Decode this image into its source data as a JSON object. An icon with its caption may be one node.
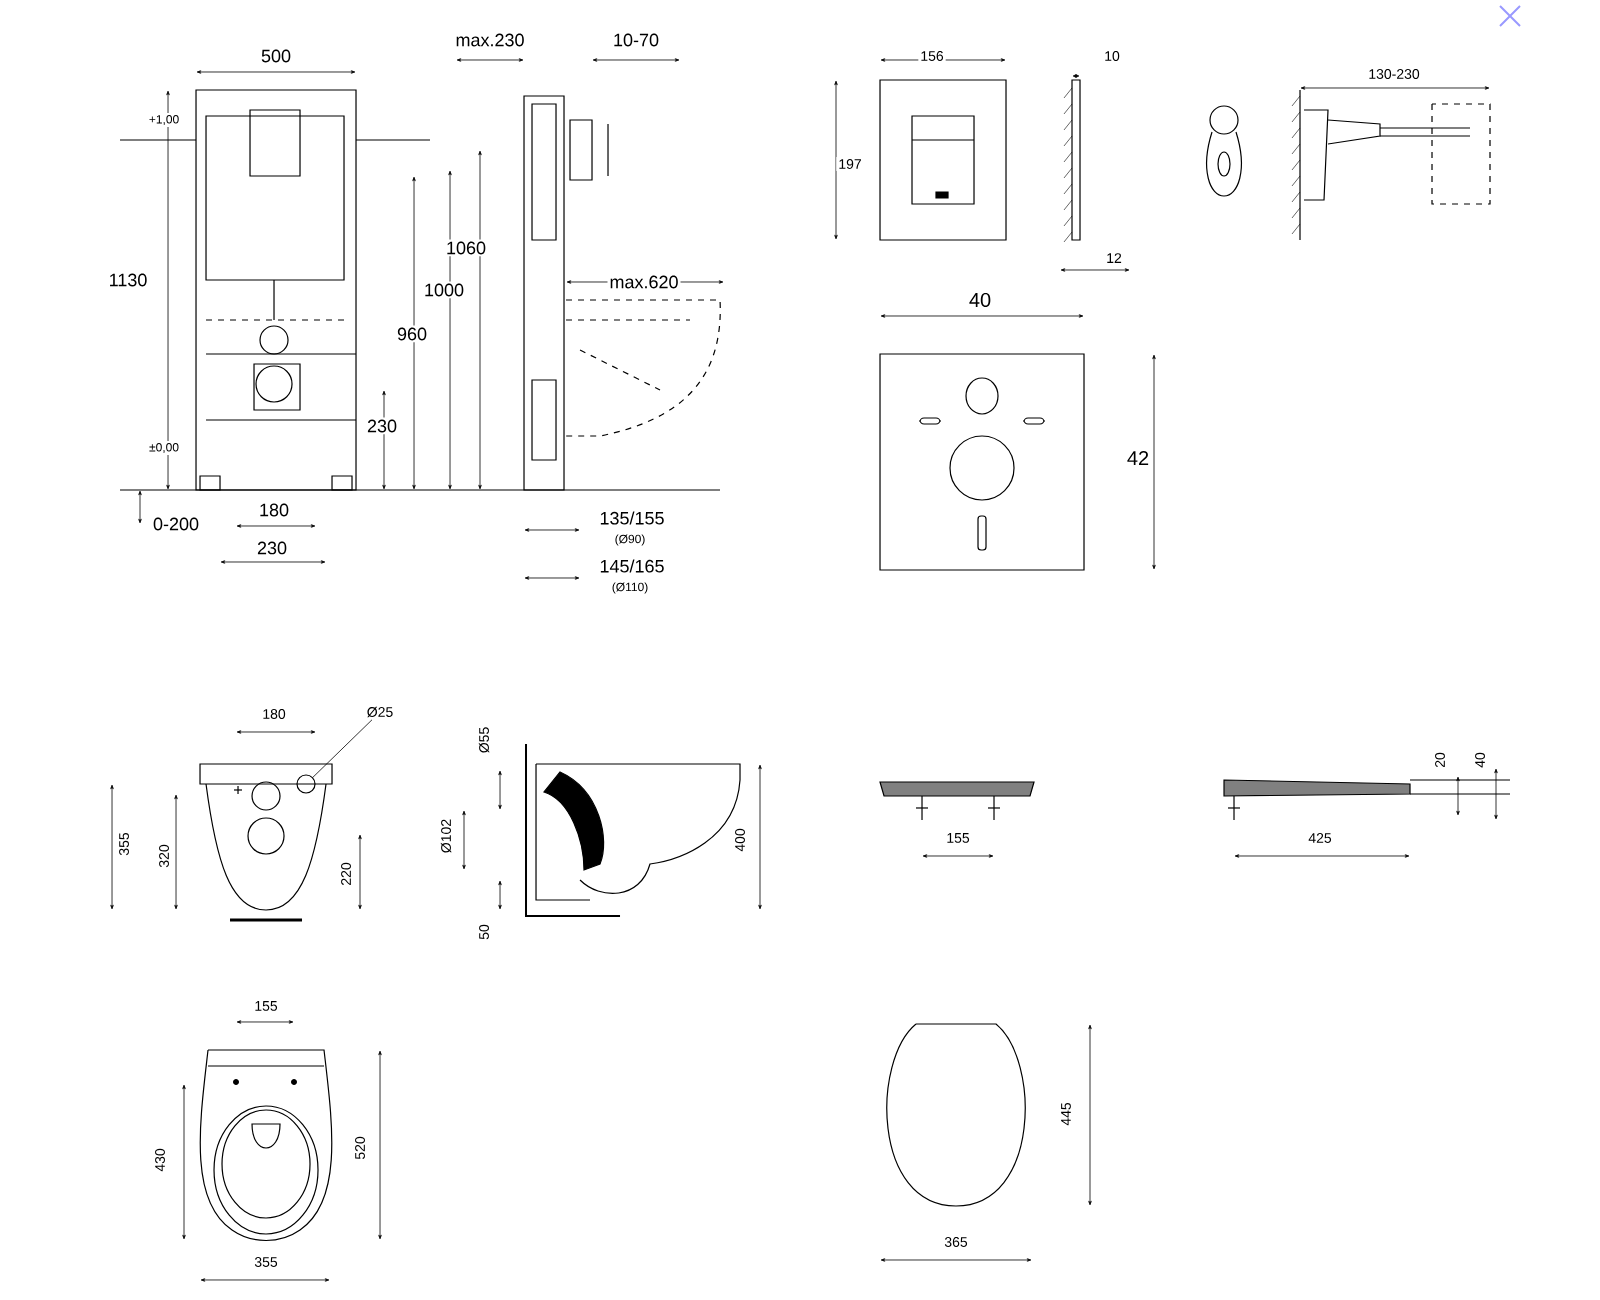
{
  "diagram": {
    "nodes": [
      {
        "text": [
          "Ø25"
        ]
      },
      {
        "text": [],
        "shape": "circle"
      }
    ],
    "edges": [
      {
        "from": 0,
        "to": 1,
        "arrow": "none"
      }
    ],
    "labels": [
      "500",
      "max.230",
      "10-70",
      "156",
      "10",
      "130-230",
      "+1,00",
      "197",
      "1060",
      "1130",
      "1000",
      "max.620",
      "960",
      "12",
      "40",
      "230",
      "42",
      "±0,00",
      "0-200",
      "180",
      "230",
      "135/155",
      "(Ø90)",
      "145/165",
      "(Ø110)",
      "180",
      "Ø55",
      "20",
      "40",
      "355",
      "320",
      "Ø102",
      "400",
      "220",
      "155",
      "425",
      "50",
      "155",
      "445",
      "430",
      "520",
      "365",
      "355"
    ]
  }
}
